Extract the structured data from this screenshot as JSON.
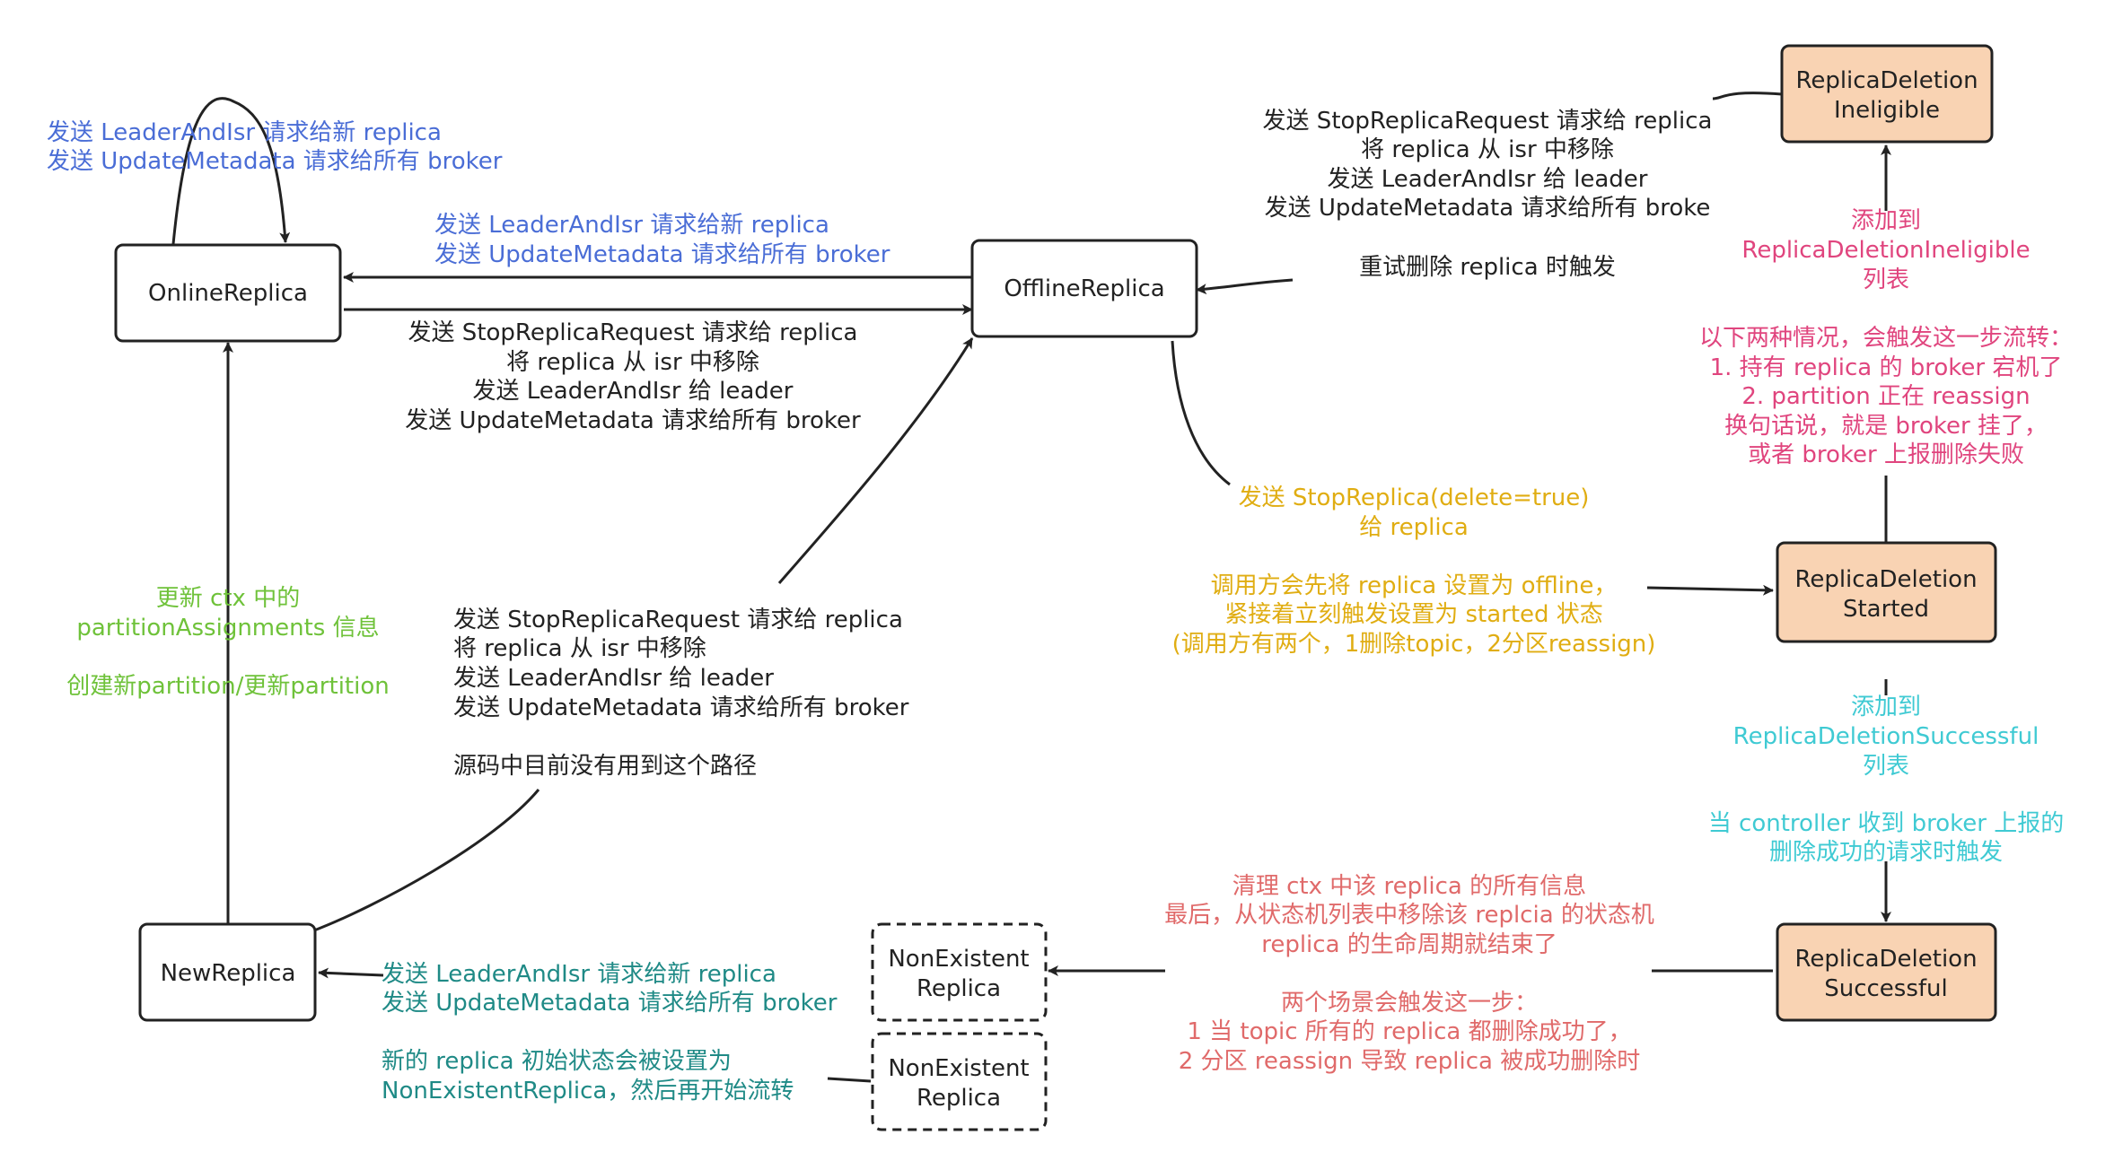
{
  "colors": {
    "blue": "#4a6dd6",
    "black": "#222222",
    "green": "#6fc23a",
    "teal": "#1f8a86",
    "yellow": "#e0ad12",
    "pink": "#e0457e",
    "cyan": "#3fcad3",
    "salmon": "#e06a6a",
    "state_fill": "#f9d3b3"
  },
  "nodes": {
    "online_replica": "OnlineReplica",
    "offline_replica": "OfflineReplica",
    "new_replica": "NewReplica",
    "nonexistent_1": [
      "NonExistent",
      "Replica"
    ],
    "nonexistent_2": [
      "NonExistent",
      "Replica"
    ],
    "deletion_ineligible": [
      "ReplicaDeletion",
      "Ineligible"
    ],
    "deletion_started": [
      "ReplicaDeletion",
      "Started"
    ],
    "deletion_successful": [
      "ReplicaDeletion",
      "Successful"
    ]
  },
  "notes": {
    "online_self_loop": [
      "发送 LeaderAndIsr 请求给新 replica",
      "发送 UpdateMetadata 请求给所有 broker"
    ],
    "offline_to_online": [
      "发送 LeaderAndIsr 请求给新 replica",
      "发送 UpdateMetadata 请求给所有 broker"
    ],
    "online_to_offline": [
      "发送 StopReplicaRequest 请求给 replica",
      "将 replica 从 isr 中移除",
      "发送 LeaderAndIsr 给 leader",
      "发送 UpdateMetadata 请求给所有 broker"
    ],
    "ineligible_to_offline": [
      "发送 StopReplicaRequest 请求给 replica",
      "将 replica 从 isr 中移除",
      "发送 LeaderAndIsr 给 leader",
      "发送 UpdateMetadata 请求给所有 broke",
      "",
      "重试删除 replica 时触发"
    ],
    "new_to_offline": [
      "发送 StopReplicaRequest 请求给 replica",
      "将 replica 从 isr 中移除",
      "发送 LeaderAndIsr 给 leader",
      "发送 UpdateMetadata 请求给所有 broker",
      "",
      "源码中目前没有用到这个路径"
    ],
    "new_to_online": [
      "更新 ctx 中的",
      "partitionAssignments 信息",
      "",
      "创建新partition/更新partition"
    ],
    "nonexistent_to_new": [
      "发送 LeaderAndIsr 请求给新 replica",
      "发送 UpdateMetadata 请求给所有 broker",
      "",
      "新的 replica 初始状态会被设置为",
      "NonExistentReplica，然后再开始流转"
    ],
    "offline_to_started": [
      "发送 StopReplica(delete=true)",
      "给 replica",
      "",
      "调用方会先将 replica 设置为 offline，",
      "紧接着立刻触发设置为 started 状态",
      "(调用方有两个，1删除topic，2分区reassign)"
    ],
    "started_to_ineligible_add": [
      "添加到",
      "ReplicaDeletionIneligible",
      "列表"
    ],
    "started_to_ineligible_reason": [
      "以下两种情况，会触发这一步流转：",
      "1. 持有 replica 的 broker 宕机了",
      "2. partition 正在 reassign",
      "换句话说，就是 broker 挂了，",
      "或者 broker 上报删除失败"
    ],
    "started_to_successful": [
      "添加到",
      "ReplicaDeletionSuccessful",
      "列表",
      "",
      "当 controller 收到 broker 上报的",
      "删除成功的请求时触发"
    ],
    "successful_to_nonexistent": [
      "清理 ctx 中该 replica 的所有信息",
      "最后，从状态机列表中移除该 replcia 的状态机",
      "replica 的生命周期就结束了",
      "",
      "两个场景会触发这一步：",
      "1 当 topic 所有的 replica 都删除成功了，",
      "2 分区 reassign 导致 replica 被成功删除时"
    ]
  }
}
